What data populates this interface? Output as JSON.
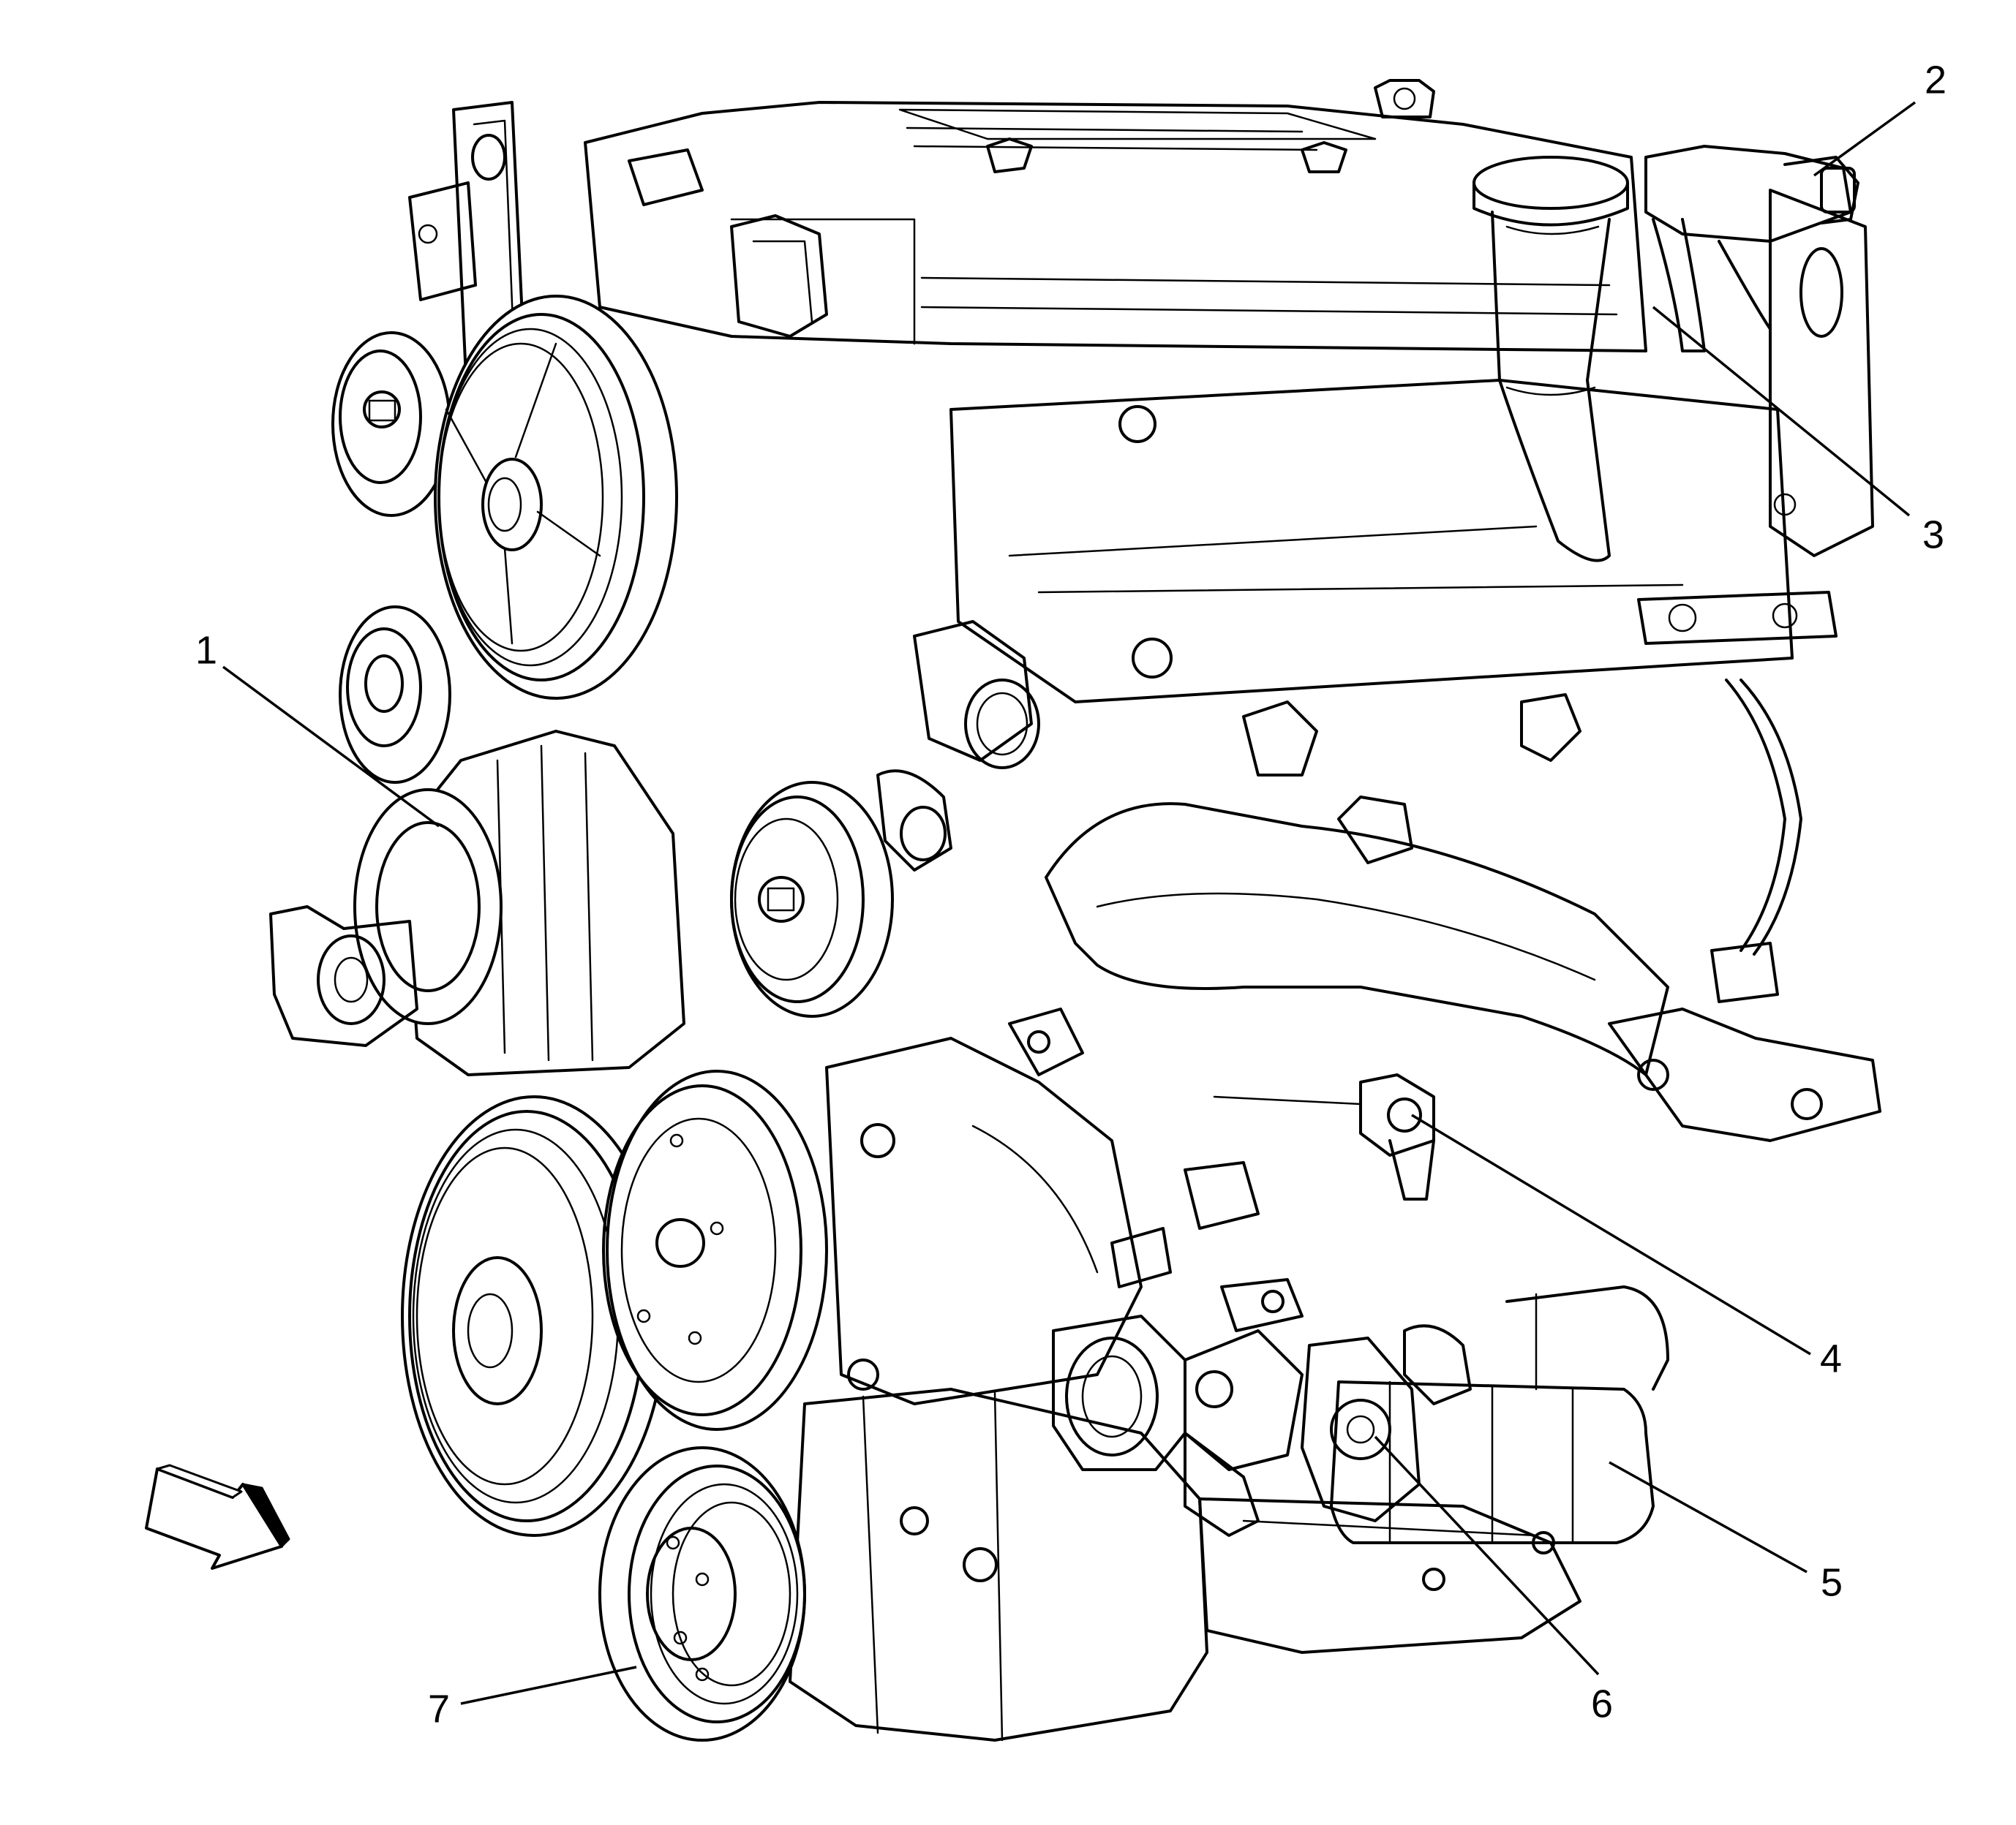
{
  "figure": {
    "line_color": "#000000",
    "background": "#ffffff",
    "callouts": [
      {
        "id": "1",
        "label": "1"
      },
      {
        "id": "2",
        "label": "2"
      },
      {
        "id": "3",
        "label": "3"
      },
      {
        "id": "4",
        "label": "4"
      },
      {
        "id": "5",
        "label": "5"
      },
      {
        "id": "6",
        "label": "6"
      },
      {
        "id": "7",
        "label": "7"
      }
    ],
    "direction_arrow_icon": "front-direction-arrow-icon"
  }
}
